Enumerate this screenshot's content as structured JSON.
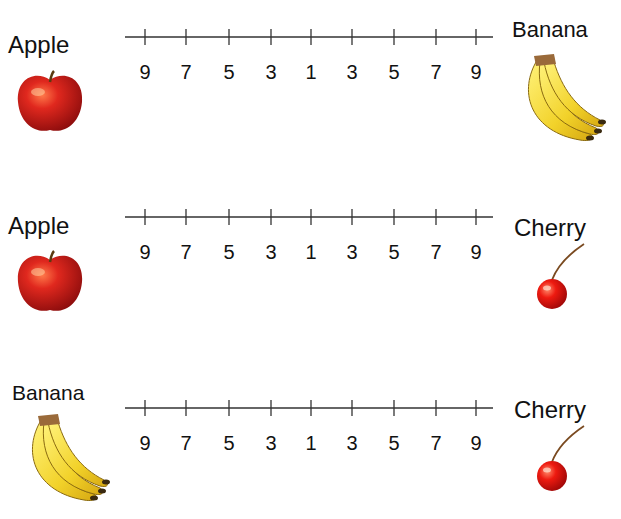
{
  "diagram": {
    "labels": [
      "Apple",
      "9",
      "7",
      "5",
      "3",
      "1",
      "3",
      "5",
      "7",
      "9",
      "Banana",
      "Apple",
      "9",
      "7",
      "5",
      "3",
      "1",
      "3",
      "5",
      "7",
      "9",
      "Cherry",
      "Banana",
      "9",
      "7",
      "5",
      "3",
      "1",
      "3",
      "5",
      "7",
      "9",
      "Cherry"
    ]
  }
}
